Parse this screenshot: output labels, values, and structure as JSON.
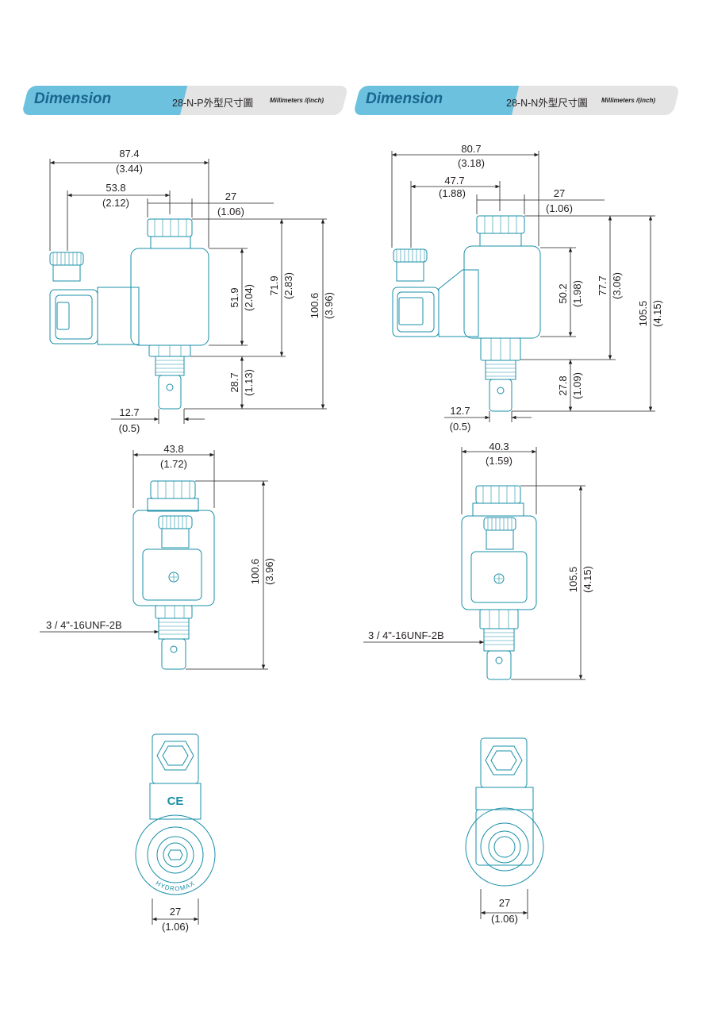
{
  "left": {
    "banner": {
      "title": "Dimension",
      "model": "28-N-P外型尺寸圖",
      "units": "Millimeters /(inch)"
    },
    "side_view": {
      "width_total": "87.4",
      "width_total_in": "(3.44)",
      "offset": "53.8",
      "offset_in": "(2.12)",
      "nut": "27",
      "nut_in": "(1.06)",
      "coil_h": "51.9",
      "coil_h_in": "(2.04)",
      "top_h": "71.9",
      "top_h_in": "(2.83)",
      "overall_h": "100.6",
      "overall_h_in": "(3.96)",
      "cartridge_h": "28.7",
      "cartridge_h_in": "(1.13)",
      "tip": "12.7",
      "tip_in": "(0.5)"
    },
    "front_view": {
      "width": "43.8",
      "width_in": "(1.72)",
      "height": "100.6",
      "height_in": "(3.96)",
      "thread": "3 / 4\"-16UNF-2B"
    },
    "bottom_view": {
      "hex": "27",
      "hex_in": "(1.06)",
      "mark": "CE",
      "brand": "HYDROMAX"
    }
  },
  "right": {
    "banner": {
      "title": "Dimension",
      "model": "28-N-N外型尺寸圖",
      "units": "Millimeters /(inch)"
    },
    "side_view": {
      "width_total": "80.7",
      "width_total_in": "(3.18)",
      "offset": "47.7",
      "offset_in": "(1.88)",
      "nut": "27",
      "nut_in": "(1.06)",
      "coil_h": "50.2",
      "coil_h_in": "(1.98)",
      "top_h": "77.7",
      "top_h_in": "(3.06)",
      "overall_h": "105.5",
      "overall_h_in": "(4.15)",
      "cartridge_h": "27.8",
      "cartridge_h_in": "(1.09)",
      "tip": "12.7",
      "tip_in": "(0.5)"
    },
    "front_view": {
      "width": "40.3",
      "width_in": "(1.59)",
      "height": "105.5",
      "height_in": "(4.15)",
      "thread": "3 / 4\"-16UNF-2B"
    },
    "bottom_view": {
      "hex": "27",
      "hex_in": "(1.06)"
    }
  },
  "colors": {
    "banner_blue": "#6cc1de",
    "banner_text": "#19658f",
    "banner_grey": "#e4e4e4",
    "part_stroke": "#1a8fa8",
    "dim_line": "#231f20"
  }
}
